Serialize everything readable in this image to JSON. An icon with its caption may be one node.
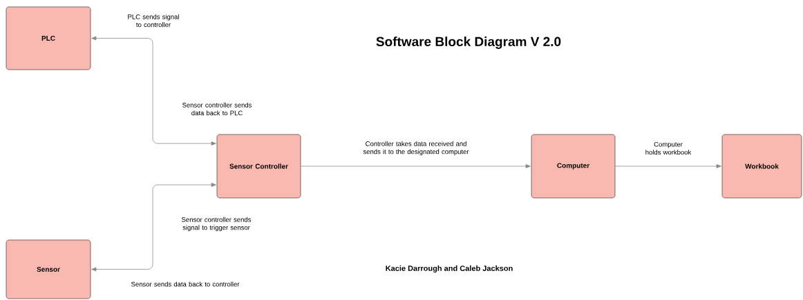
{
  "diagram": {
    "title": "Software Block Diagram V 2.0",
    "nodes": [
      {
        "text": [
          "PLC"
        ]
      },
      {
        "text": [
          "Sensor Controller"
        ]
      },
      {
        "text": [
          "Sensor"
        ]
      },
      {
        "text": [
          "Computer"
        ]
      },
      {
        "text": [
          "Workbook"
        ]
      }
    ],
    "edges": [
      {
        "from": 1,
        "to": 0,
        "arrow": "both",
        "label": "Sensor controller sends data back to PLC"
      },
      {
        "from": 1,
        "to": 2,
        "arrow": "both",
        "label": "Sensor controller sends signal to trigger sensor"
      },
      {
        "from": 1,
        "to": 3,
        "arrow": "to",
        "label": "Controller takes data received and sends it to the designated computer"
      },
      {
        "from": 3,
        "to": 4,
        "arrow": "to",
        "label": "Computer holds workbook"
      }
    ],
    "labels": [
      "PLC sends signal to controller",
      "Sensor sends data back to controller",
      "Kacie Darrough and Caleb Jackson"
    ]
  }
}
